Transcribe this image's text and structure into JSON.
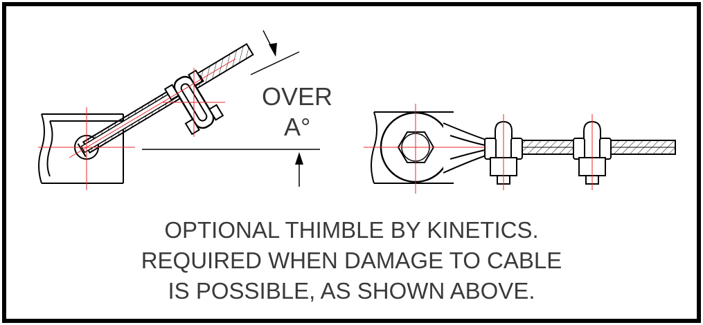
{
  "angle_label": {
    "line1": "OVER",
    "line2": "A°"
  },
  "note": {
    "lines": [
      "OPTIONAL THIMBLE BY KINETICS.",
      "REQUIRED WHEN DAMAGE TO CABLE",
      "IS POSSIBLE, AS SHOWN ABOVE."
    ]
  },
  "colors": {
    "outline": "#000000",
    "centerline": "#e8262a",
    "text": "#3a3a3a"
  }
}
